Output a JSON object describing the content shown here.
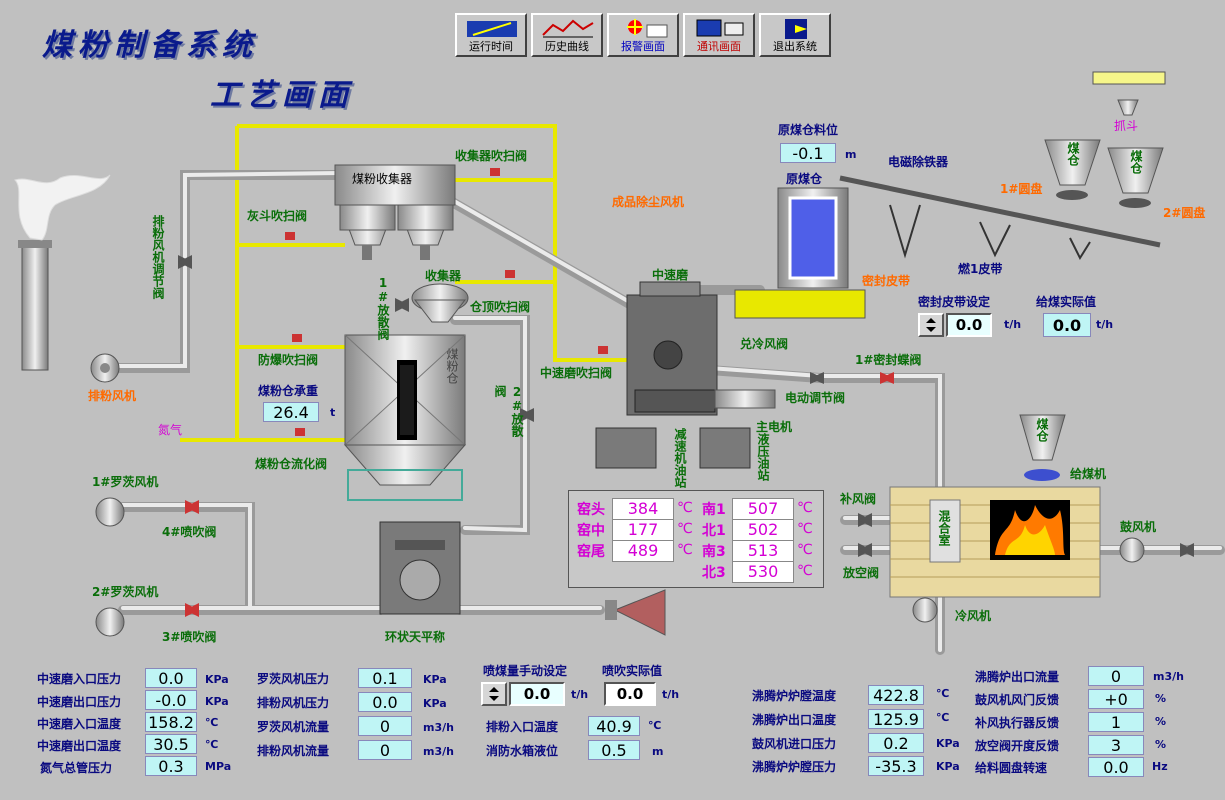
{
  "header": {
    "title_line1": "煤粉制备系统",
    "title_line2": "工艺画面"
  },
  "toolbar": [
    {
      "label": "运行时间",
      "icon": "run-time-icon"
    },
    {
      "label": "历史曲线",
      "icon": "history-curve-icon"
    },
    {
      "label": "报警画面",
      "icon": "alarm-icon"
    },
    {
      "label": "通讯画面",
      "icon": "communication-icon"
    },
    {
      "label": "退出系统",
      "icon": "exit-icon"
    }
  ],
  "equip": {
    "collector_blow": "收集器吹扫阀",
    "finished_fan": "成品除尘风机",
    "ash_blow": "灰斗吹扫阀",
    "coal_collector": "煤粉收集器",
    "exhaust_valve": "排粉风机调节阀",
    "collector": "收集器",
    "bin_top_blow": "仓顶吹扫阀",
    "release1": "1#放散阀",
    "release2": "2#放散阀",
    "bin": "煤粉仓",
    "explosion_blow": "防爆吹扫阀",
    "bin_weight": "煤粉仓承重",
    "bin_weight_value": "26.4",
    "bin_weight_unit": "t",
    "nitrogen": "氮气",
    "fluid_valve": "煤粉仓流化阀",
    "exhaust_fan": "排粉风机",
    "mill_blow": "中速磨吹扫阀",
    "mill": "中速磨",
    "cold_air_valve": "兑冷风阀",
    "seal_valve1": "1#密封蝶阀",
    "elec_adjust": "电动调节阀",
    "main_motor": "主电机",
    "reducer_station": "减速机油站",
    "hydraulic_station": "液压油站",
    "roots1": "1#罗茨风机",
    "spray4": "4#喷吹阀",
    "roots2": "2#罗茨风机",
    "spray3": "3#喷吹阀",
    "scale": "环状天平称",
    "raw_bin_level": "原煤仓料位",
    "raw_bin_level_value": "-0.1",
    "raw_bin_level_unit": "m",
    "raw_bin": "原煤仓",
    "iron_remover": "电磁除铁器",
    "seal_belt": "密封皮带",
    "belt1": "燃1皮带",
    "grab": "抓斗",
    "coal_bin": "煤仓",
    "disc1": "1#圆盘",
    "disc2": "2#圆盘",
    "supp_valve": "补风阀",
    "vent_valve": "放空阀",
    "mix_room": "混合室",
    "coal_bin2": "煤仓",
    "feeder": "给煤机",
    "blower": "鼓风机",
    "cold_fan": "冷风机"
  },
  "belt_settings": {
    "set_label": "密封皮带设定",
    "set_value": "0.0",
    "set_unit": "t/h",
    "actual_label": "给煤实际值",
    "actual_value": "0.0",
    "actual_unit": "t/h"
  },
  "temps": [
    {
      "label": "窑头",
      "value": "384",
      "unit": "℃"
    },
    {
      "label": "窑中",
      "value": "177",
      "unit": "℃"
    },
    {
      "label": "窑尾",
      "value": "489",
      "unit": "℃"
    },
    {
      "label": "南1",
      "value": "507",
      "unit": "℃"
    },
    {
      "label": "北1",
      "value": "502",
      "unit": "℃"
    },
    {
      "label": "南3",
      "value": "513",
      "unit": "℃"
    },
    {
      "label": "北3",
      "value": "530",
      "unit": "℃"
    }
  ],
  "left_data": [
    {
      "label": "中速磨入口压力",
      "value": "0.0",
      "unit": "KPa"
    },
    {
      "label": "中速磨出口压力",
      "value": "-0.0",
      "unit": "KPa"
    },
    {
      "label": "中速磨入口温度",
      "value": "158.2",
      "unit": "℃"
    },
    {
      "label": "中速磨出口温度",
      "value": "30.5",
      "unit": "℃"
    },
    {
      "label": "氮气总管压力",
      "value": "0.3",
      "unit": "MPa"
    }
  ],
  "mid_data": [
    {
      "label": "罗茨风机压力",
      "value": "0.1",
      "unit": "KPa"
    },
    {
      "label": "排粉风机压力",
      "value": "0.0",
      "unit": "KPa"
    },
    {
      "label": "罗茨风机流量",
      "value": "0",
      "unit": "m3/h"
    },
    {
      "label": "排粉风机流量",
      "value": "0",
      "unit": "m3/h"
    }
  ],
  "spray": {
    "manual_label": "喷煤量手动设定",
    "manual_value": "0.0",
    "manual_unit": "t/h",
    "actual_label": "喷吹实际值",
    "actual_value": "0.0",
    "actual_unit": "t/h",
    "inlet_temp_label": "排粉入口温度",
    "inlet_temp_value": "40.9",
    "inlet_temp_unit": "℃",
    "water_label": "消防水箱液位",
    "water_value": "0.5",
    "water_unit": "m"
  },
  "right_data": [
    {
      "label": "沸腾炉炉膛温度",
      "value": "422.8",
      "unit": "℃"
    },
    {
      "label": "沸腾炉出口温度",
      "value": "125.9",
      "unit": "℃"
    },
    {
      "label": "鼓风机进口压力",
      "value": "0.2",
      "unit": "KPa"
    },
    {
      "label": "沸腾炉炉膛压力",
      "value": "-35.3",
      "unit": "KPa"
    }
  ],
  "far_right_data": [
    {
      "label": "沸腾炉出口流量",
      "value": "0",
      "unit": "m3/h"
    },
    {
      "label": "鼓风机风门反馈",
      "value": "+0",
      "unit": "%"
    },
    {
      "label": "补风执行器反馈",
      "value": "1",
      "unit": "%"
    },
    {
      "label": "放空阀开度反馈",
      "value": "3",
      "unit": "%"
    },
    {
      "label": "给料圆盘转速",
      "value": "0.0",
      "unit": "Hz"
    }
  ]
}
